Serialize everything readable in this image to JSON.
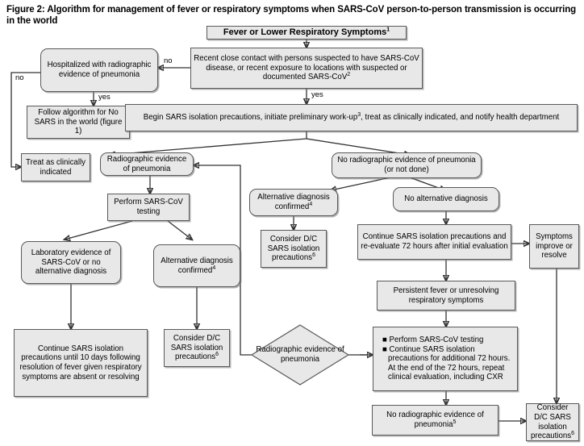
{
  "figure": {
    "title": "Figure 2: Algorithm for management of fever or respiratory symptoms when SARS-CoV person-to-person transmission is occurring in the world"
  },
  "nodes": {
    "fever_symptoms": "Fever or Lower Respiratory Symptoms",
    "fever_symptoms_sup": "1",
    "recent_contact": "Recent close contact with persons suspected to have SARS-CoV disease, or recent exposure to locations with suspected or documented SARS-CoV",
    "recent_contact_sup": "2",
    "hospitalized": "Hospitalized with radiographic evidence of pneumonia",
    "follow_algorithm": "Follow algorithm for No SARS in the world (figure 1)",
    "begin_isolation_a": "Begin SARS isolation precautions, initiate preliminary work-up",
    "begin_isolation_sup": "3",
    "begin_isolation_b": ", treat as clinically indicated, and notify health department",
    "treat_clinically": "Treat as clinically indicated",
    "radiographic_evidence": "Radiographic evidence of pneumonia",
    "no_radiographic_evidence": "No radiographic evidence of pneumonia (or not done)",
    "perform_testing": "Perform SARS-CoV testing",
    "alt_diagnosis_mid": "Alternative diagnosis confirmed",
    "alt_diagnosis_mid_sup": "4",
    "no_alt_diagnosis": "No alternative diagnosis",
    "lab_evidence": "Laboratory evidence of SARS-CoV or no alternative diagnosis",
    "alt_diagnosis_left": "Alternative diagnosis confirmed",
    "alt_diagnosis_left_sup": "4",
    "consider_dc_mid": "Consider D/C SARS isolation precautions",
    "consider_dc_mid_sup": "6",
    "continue_reevaluate": "Continue SARS isolation precautions and re-evaluate 72 hours after initial evaluation",
    "symptoms_improve": "Symptoms improve or resolve",
    "persistent_fever": "Persistent fever or unresolving respiratory symptoms",
    "continue_10_days": "Continue SARS isolation precautions until 10 days following resolution of fever given respiratory symptoms are absent or resolving",
    "consider_dc_left": "Consider D/C SARS isolation precautions",
    "consider_dc_left_sup": "6",
    "diamond_radiographic": "Radiographic evidence of pneumonia",
    "perform_bullets": {
      "b1": "Perform SARS-CoV testing",
      "b2": "Continue SARS isolation precautions for additional 72 hours.  At the end of the 72 hours, repeat clinical evaluation, including CXR"
    },
    "no_radiographic_bottom": "No radiographic evidence of pneumonia",
    "no_radiographic_bottom_sup": "5",
    "consider_dc_right": "Consider D/C SARS isolation precautions",
    "consider_dc_right_sup": "6"
  },
  "edge_labels": {
    "no_top": "no",
    "no_left": "no",
    "yes_left": "yes",
    "yes_center": "yes"
  },
  "colors": {
    "node_fill": "#e8e8e8",
    "node_border": "#595959",
    "edge_stroke": "#333333",
    "text": "#000000",
    "background": "#ffffff"
  }
}
